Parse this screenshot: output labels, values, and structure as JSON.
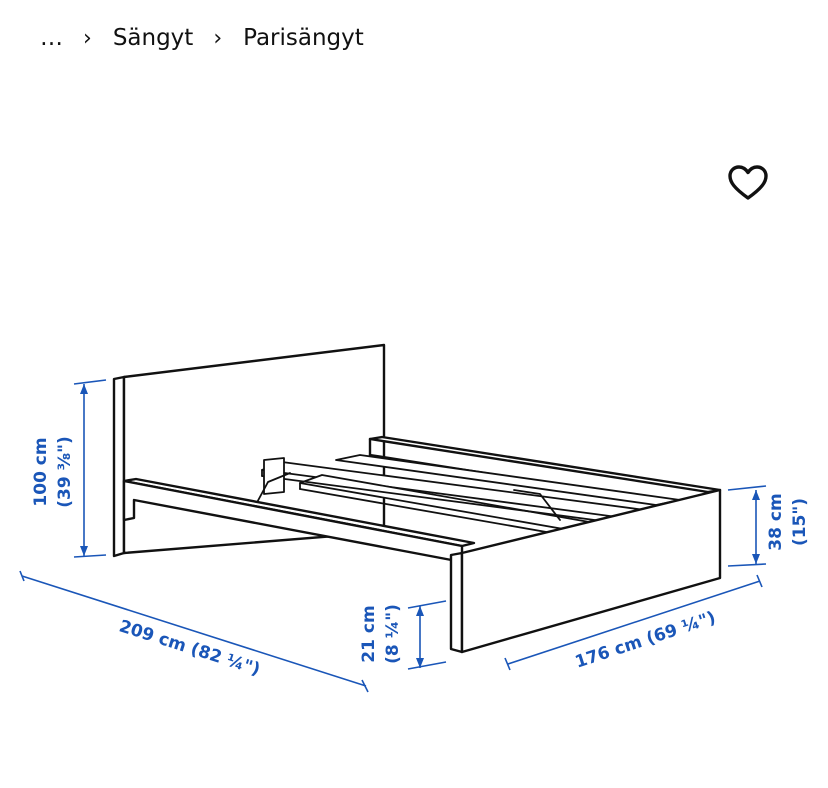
{
  "breadcrumb": {
    "items": [
      {
        "label": "…"
      },
      {
        "label": "Sängyt"
      },
      {
        "label": "Parisängyt"
      }
    ],
    "separator": "›"
  },
  "favorite": {
    "icon": "heart-outline-icon"
  },
  "colors": {
    "dimension": "#1a56b8",
    "outline": "#111111",
    "background": "#ffffff"
  },
  "dimensions": {
    "headboard_height": {
      "metric": "100 cm",
      "imperial": "(39 ⅜\")"
    },
    "frame_height": {
      "metric": "38 cm",
      "imperial": "(15\")"
    },
    "length": {
      "text": "209 cm (82 ¼\")"
    },
    "width": {
      "text": "176 cm (69 ¼\")"
    },
    "clearance": {
      "metric": "21 cm",
      "imperial": "(8 ¼\")"
    }
  }
}
